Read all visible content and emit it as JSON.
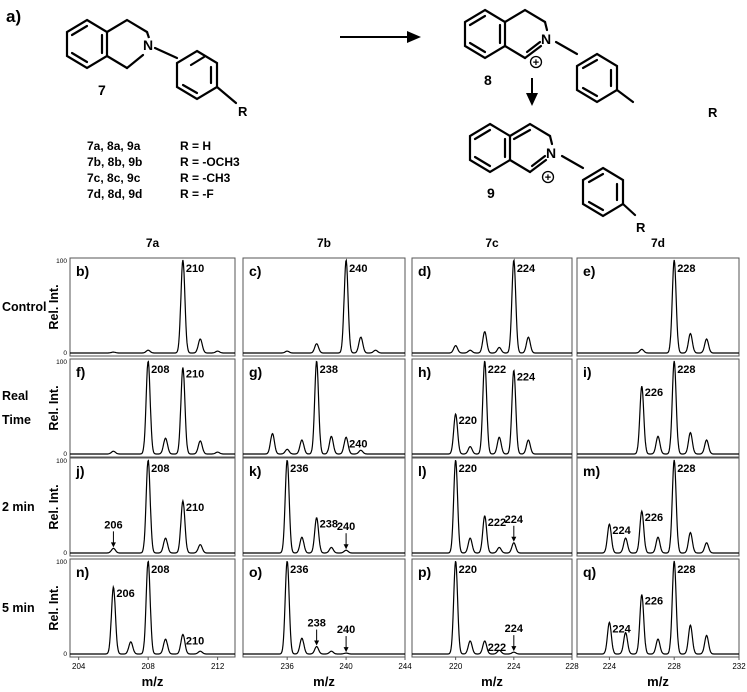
{
  "scheme": {
    "panel_label": "a)",
    "compound_7": "7",
    "compound_8": "8",
    "compound_9": "9",
    "atom_N": "N",
    "atom_N_plus": "N",
    "charge": "+",
    "substituent": "R",
    "variants": [
      {
        "ids": "7a, 8a, 9a",
        "r": "R = H"
      },
      {
        "ids": "7b, 8b, 9b",
        "r": "R = -OCH3"
      },
      {
        "ids": "7c, 8c, 9c",
        "r": "R = -CH3"
      },
      {
        "ids": "7d, 8d, 9d",
        "r": "R = -F"
      }
    ]
  },
  "column_headers": [
    "7a",
    "7b",
    "7c",
    "7d"
  ],
  "row_labels": [
    {
      "lines": [
        "Control"
      ]
    },
    {
      "lines": [
        "Real",
        "Time"
      ]
    },
    {
      "lines": [
        "2 min"
      ]
    },
    {
      "lines": [
        "5 min"
      ]
    }
  ],
  "axis_titles": {
    "y_rows": [
      "Rel. Int.",
      "Rel. Int.",
      "Rel. Int.",
      "Rel. Int."
    ],
    "x_columns": [
      "m/z",
      "m/z",
      "m/z",
      "m/z"
    ]
  },
  "y_ticks": [
    "0",
    "100"
  ],
  "x_ticks": [
    [
      "204",
      "208",
      "212"
    ],
    [
      "236",
      "240",
      "244"
    ],
    [
      "220",
      "224",
      "228"
    ],
    [
      "224",
      "228",
      "232"
    ]
  ],
  "chart_data": [
    {
      "type": "line",
      "panel": "b)",
      "compound": "7a",
      "condition": "Control",
      "xlim": [
        203.5,
        213
      ],
      "ylim": [
        0,
        100
      ],
      "peaks": [
        {
          "x": 206,
          "y": 1
        },
        {
          "x": 208,
          "y": 3
        },
        {
          "x": 210,
          "y": 100
        },
        {
          "x": 211,
          "y": 15
        },
        {
          "x": 212,
          "y": 2
        }
      ],
      "annotations": [
        {
          "label": "210",
          "x": 210
        }
      ]
    },
    {
      "type": "line",
      "panel": "c)",
      "compound": "7b",
      "condition": "Control",
      "xlim": [
        233,
        244
      ],
      "ylim": [
        0,
        100
      ],
      "peaks": [
        {
          "x": 236,
          "y": 2
        },
        {
          "x": 238,
          "y": 10
        },
        {
          "x": 240,
          "y": 100
        },
        {
          "x": 241,
          "y": 17
        },
        {
          "x": 242,
          "y": 3
        }
      ],
      "annotations": [
        {
          "label": "240",
          "x": 240
        }
      ]
    },
    {
      "type": "line",
      "panel": "d)",
      "compound": "7c",
      "condition": "Control",
      "xlim": [
        217,
        228
      ],
      "ylim": [
        0,
        100
      ],
      "peaks": [
        {
          "x": 220,
          "y": 8
        },
        {
          "x": 221,
          "y": 3
        },
        {
          "x": 222,
          "y": 23
        },
        {
          "x": 223,
          "y": 6
        },
        {
          "x": 224,
          "y": 100
        },
        {
          "x": 225,
          "y": 17
        }
      ],
      "annotations": [
        {
          "label": "224",
          "x": 224
        }
      ]
    },
    {
      "type": "line",
      "panel": "e)",
      "compound": "7d",
      "condition": "Control",
      "xlim": [
        222,
        232
      ],
      "ylim": [
        0,
        100
      ],
      "peaks": [
        {
          "x": 226,
          "y": 4
        },
        {
          "x": 228,
          "y": 100
        },
        {
          "x": 229,
          "y": 21
        },
        {
          "x": 230,
          "y": 15
        }
      ],
      "annotations": [
        {
          "label": "228",
          "x": 228
        }
      ]
    },
    {
      "type": "line",
      "panel": "f)",
      "compound": "7a",
      "condition": "Real Time",
      "xlim": [
        203.5,
        213
      ],
      "ylim": [
        0,
        100
      ],
      "peaks": [
        {
          "x": 206,
          "y": 3
        },
        {
          "x": 208,
          "y": 100
        },
        {
          "x": 209,
          "y": 17
        },
        {
          "x": 210,
          "y": 93
        },
        {
          "x": 211,
          "y": 14
        },
        {
          "x": 212,
          "y": 2
        }
      ],
      "annotations": [
        {
          "label": "208",
          "x": 208
        },
        {
          "label": "210",
          "x": 210
        }
      ]
    },
    {
      "type": "line",
      "panel": "g)",
      "compound": "7b",
      "condition": "Real Time",
      "xlim": [
        233,
        244
      ],
      "ylim": [
        0,
        100
      ],
      "peaks": [
        {
          "x": 235,
          "y": 22
        },
        {
          "x": 236,
          "y": 5
        },
        {
          "x": 237,
          "y": 15
        },
        {
          "x": 238,
          "y": 100
        },
        {
          "x": 239,
          "y": 19
        },
        {
          "x": 240,
          "y": 18
        },
        {
          "x": 241,
          "y": 4
        }
      ],
      "annotations": [
        {
          "label": "238",
          "x": 238
        },
        {
          "label": "240",
          "x": 240
        }
      ]
    },
    {
      "type": "line",
      "panel": "h)",
      "compound": "7c",
      "condition": "Real Time",
      "xlim": [
        217,
        228
      ],
      "ylim": [
        0,
        100
      ],
      "peaks": [
        {
          "x": 220,
          "y": 43
        },
        {
          "x": 221,
          "y": 8
        },
        {
          "x": 222,
          "y": 100
        },
        {
          "x": 223,
          "y": 18
        },
        {
          "x": 224,
          "y": 90
        },
        {
          "x": 225,
          "y": 15
        }
      ],
      "annotations": [
        {
          "label": "220",
          "x": 220
        },
        {
          "label": "222",
          "x": 222
        },
        {
          "label": "224",
          "x": 224
        }
      ]
    },
    {
      "type": "line",
      "panel": "i)",
      "compound": "7d",
      "condition": "Real Time",
      "xlim": [
        222,
        232
      ],
      "ylim": [
        0,
        100
      ],
      "peaks": [
        {
          "x": 226,
          "y": 73
        },
        {
          "x": 227,
          "y": 19
        },
        {
          "x": 228,
          "y": 100
        },
        {
          "x": 229,
          "y": 23
        },
        {
          "x": 230,
          "y": 15
        }
      ],
      "annotations": [
        {
          "label": "226",
          "x": 226
        },
        {
          "label": "228",
          "x": 228
        }
      ]
    },
    {
      "type": "line",
      "panel": "j)",
      "compound": "7a",
      "condition": "2 min",
      "xlim": [
        203.5,
        213
      ],
      "ylim": [
        0,
        100
      ],
      "peaks": [
        {
          "x": 206,
          "y": 5
        },
        {
          "x": 208,
          "y": 100
        },
        {
          "x": 209,
          "y": 16
        },
        {
          "x": 210,
          "y": 56
        },
        {
          "x": 211,
          "y": 9
        }
      ],
      "annotations": [
        {
          "label": "206",
          "x": 206,
          "arrow": true
        },
        {
          "label": "208",
          "x": 208
        },
        {
          "label": "210",
          "x": 210
        }
      ]
    },
    {
      "type": "line",
      "panel": "k)",
      "compound": "7b",
      "condition": "2 min",
      "xlim": [
        233,
        244
      ],
      "ylim": [
        0,
        100
      ],
      "peaks": [
        {
          "x": 236,
          "y": 100
        },
        {
          "x": 237,
          "y": 17
        },
        {
          "x": 238,
          "y": 38
        },
        {
          "x": 239,
          "y": 6
        },
        {
          "x": 240,
          "y": 3
        }
      ],
      "annotations": [
        {
          "label": "236",
          "x": 236
        },
        {
          "label": "238",
          "x": 238
        },
        {
          "label": "240",
          "x": 240,
          "arrow": true
        }
      ]
    },
    {
      "type": "line",
      "panel": "l)",
      "compound": "7c",
      "condition": "2 min",
      "xlim": [
        217,
        228
      ],
      "ylim": [
        0,
        100
      ],
      "peaks": [
        {
          "x": 220,
          "y": 100
        },
        {
          "x": 221,
          "y": 16
        },
        {
          "x": 222,
          "y": 40
        },
        {
          "x": 223,
          "y": 6
        },
        {
          "x": 224,
          "y": 11
        }
      ],
      "annotations": [
        {
          "label": "220",
          "x": 220
        },
        {
          "label": "222",
          "x": 222
        },
        {
          "label": "224",
          "x": 224,
          "arrow": true
        }
      ]
    },
    {
      "type": "line",
      "panel": "m)",
      "compound": "7d",
      "condition": "2 min",
      "xlim": [
        222,
        232
      ],
      "ylim": [
        0,
        100
      ],
      "peaks": [
        {
          "x": 224,
          "y": 31
        },
        {
          "x": 225,
          "y": 16
        },
        {
          "x": 226,
          "y": 45
        },
        {
          "x": 227,
          "y": 17
        },
        {
          "x": 228,
          "y": 100
        },
        {
          "x": 229,
          "y": 22
        },
        {
          "x": 230,
          "y": 11
        }
      ],
      "annotations": [
        {
          "label": "224",
          "x": 224
        },
        {
          "label": "226",
          "x": 226
        },
        {
          "label": "228",
          "x": 228
        }
      ]
    },
    {
      "type": "line",
      "panel": "n)",
      "compound": "7a",
      "condition": "5 min",
      "xlim": [
        203.5,
        213
      ],
      "ylim": [
        0,
        100
      ],
      "peaks": [
        {
          "x": 206,
          "y": 72
        },
        {
          "x": 207,
          "y": 13
        },
        {
          "x": 208,
          "y": 100
        },
        {
          "x": 209,
          "y": 16
        },
        {
          "x": 210,
          "y": 21
        },
        {
          "x": 211,
          "y": 3
        }
      ],
      "annotations": [
        {
          "label": "206",
          "x": 206
        },
        {
          "label": "208",
          "x": 208
        },
        {
          "label": "210",
          "x": 210
        }
      ]
    },
    {
      "type": "line",
      "panel": "o)",
      "compound": "7b",
      "condition": "5 min",
      "xlim": [
        233,
        244
      ],
      "ylim": [
        0,
        100
      ],
      "peaks": [
        {
          "x": 236,
          "y": 100
        },
        {
          "x": 237,
          "y": 17
        },
        {
          "x": 238,
          "y": 8
        },
        {
          "x": 239,
          "y": 3
        },
        {
          "x": 240,
          "y": 1
        }
      ],
      "annotations": [
        {
          "label": "236",
          "x": 236
        },
        {
          "label": "238",
          "x": 238,
          "arrow": true
        },
        {
          "label": "240",
          "x": 240,
          "arrow": true
        }
      ]
    },
    {
      "type": "line",
      "panel": "p)",
      "compound": "7c",
      "condition": "5 min",
      "xlim": [
        217,
        228
      ],
      "ylim": [
        0,
        100
      ],
      "peaks": [
        {
          "x": 220,
          "y": 100
        },
        {
          "x": 221,
          "y": 14
        },
        {
          "x": 222,
          "y": 14
        },
        {
          "x": 223,
          "y": 4
        },
        {
          "x": 224,
          "y": 2
        }
      ],
      "annotations": [
        {
          "label": "220",
          "x": 220
        },
        {
          "label": "222",
          "x": 222
        },
        {
          "label": "224",
          "x": 224,
          "arrow": true
        }
      ]
    },
    {
      "type": "line",
      "panel": "q)",
      "compound": "7d",
      "condition": "5 min",
      "xlim": [
        222,
        232
      ],
      "ylim": [
        0,
        100
      ],
      "peaks": [
        {
          "x": 224,
          "y": 34
        },
        {
          "x": 225,
          "y": 23
        },
        {
          "x": 226,
          "y": 64
        },
        {
          "x": 227,
          "y": 16
        },
        {
          "x": 228,
          "y": 100
        },
        {
          "x": 229,
          "y": 31
        },
        {
          "x": 230,
          "y": 20
        }
      ],
      "annotations": [
        {
          "label": "224",
          "x": 224
        },
        {
          "label": "226",
          "x": 226
        },
        {
          "label": "228",
          "x": 228
        }
      ]
    }
  ]
}
